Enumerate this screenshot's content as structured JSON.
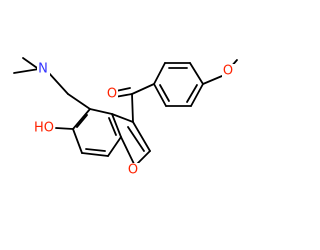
{
  "molecule": {
    "atom_labels": {
      "n_amine": "N",
      "o_carbonyl": "O",
      "o_methoxy": "O",
      "o_hydroxy": "HO",
      "o_furan": "O"
    },
    "colors": {
      "bond": "#000000",
      "nitrogen": "#3333ff",
      "oxygen": "#ff2200",
      "background": "#ffffff"
    }
  }
}
